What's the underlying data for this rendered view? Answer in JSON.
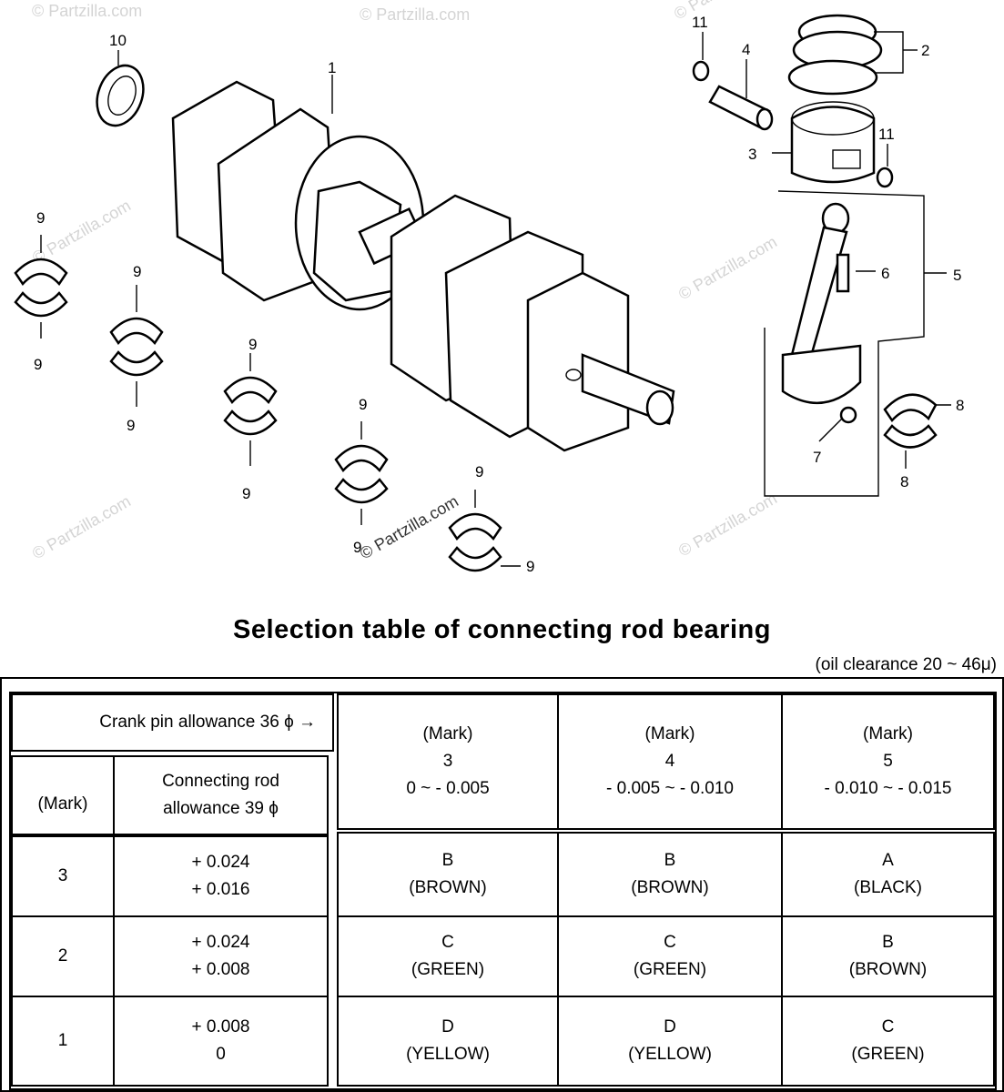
{
  "diagram": {
    "watermark": "© Partzilla.com",
    "callouts": [
      {
        "id": "1",
        "label": "1"
      },
      {
        "id": "2",
        "label": "2"
      },
      {
        "id": "3",
        "label": "3"
      },
      {
        "id": "4",
        "label": "4"
      },
      {
        "id": "5",
        "label": "5"
      },
      {
        "id": "6",
        "label": "6"
      },
      {
        "id": "7",
        "label": "7"
      },
      {
        "id": "8a",
        "label": "8"
      },
      {
        "id": "8b",
        "label": "8"
      },
      {
        "id": "9a",
        "label": "9"
      },
      {
        "id": "9b",
        "label": "9"
      },
      {
        "id": "9c",
        "label": "9"
      },
      {
        "id": "9d",
        "label": "9"
      },
      {
        "id": "9e",
        "label": "9"
      },
      {
        "id": "9f",
        "label": "9"
      },
      {
        "id": "9g",
        "label": "9"
      },
      {
        "id": "9h",
        "label": "9"
      },
      {
        "id": "9i",
        "label": "9"
      },
      {
        "id": "9j",
        "label": "9"
      },
      {
        "id": "10",
        "label": "10"
      },
      {
        "id": "11a",
        "label": "11"
      },
      {
        "id": "11b",
        "label": "11"
      }
    ]
  },
  "table": {
    "title": "Selection table of connecting rod bearing",
    "note": "(oil clearance 20  ~  46μ)",
    "crank_header": "Crank pin allowance 36 ϕ →",
    "mark_header": "(Mark)",
    "rod_header": "Connecting rod\nallowance 39 ϕ",
    "columns": [
      "(Mark)\n3\n0  ~  - 0.005",
      "(Mark)\n4\n- 0.005  ~  - 0.010",
      "(Mark)\n5\n- 0.010  ~  - 0.015"
    ],
    "rows": [
      {
        "mark": "3",
        "allowance": "+ 0.024\n+ 0.016",
        "cells": [
          "B\n(BROWN)",
          "B\n(BROWN)",
          "A\n(BLACK)"
        ]
      },
      {
        "mark": "2",
        "allowance": "+ 0.024\n+ 0.008",
        "cells": [
          "C\n(GREEN)",
          "C\n(GREEN)",
          "B\n(BROWN)"
        ]
      },
      {
        "mark": "1",
        "allowance": "+ 0.008\n0",
        "cells": [
          "D\n(YELLOW)",
          "D\n(YELLOW)",
          "C\n(GREEN)"
        ]
      }
    ]
  }
}
